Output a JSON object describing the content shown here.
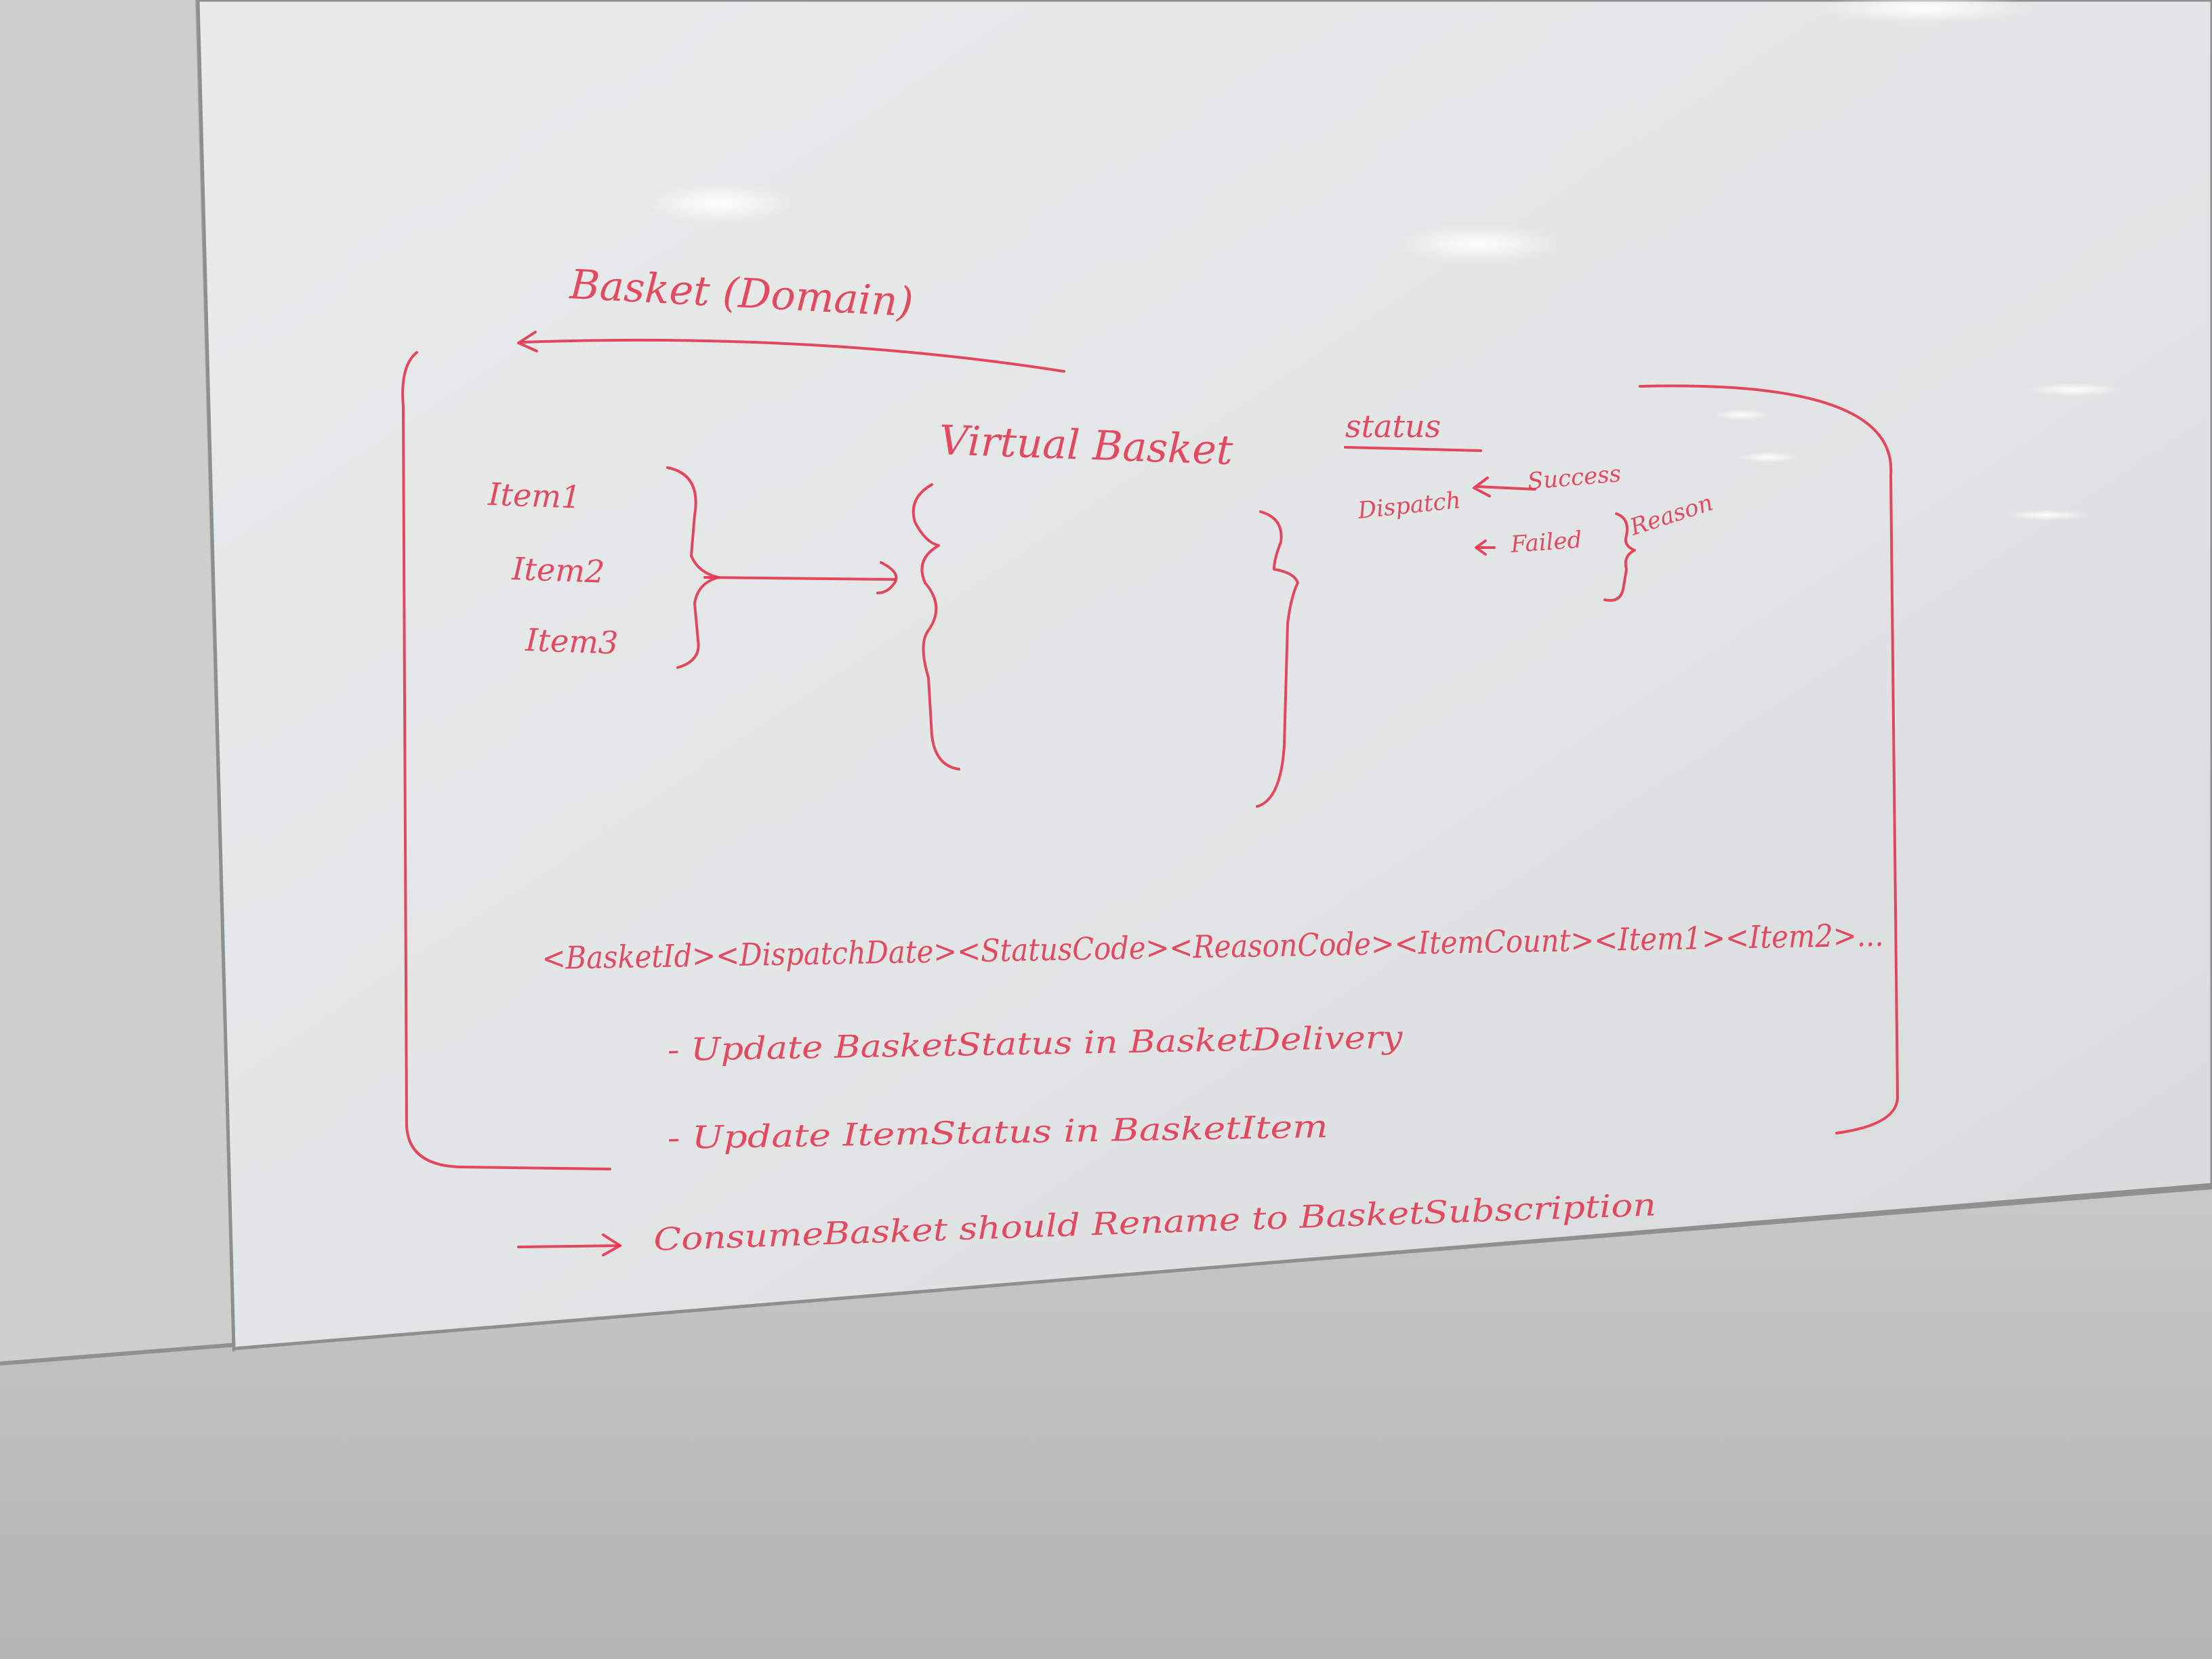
{
  "board": {
    "title": "Basket (Domain)",
    "virtual_basket_label": "Virtual Basket",
    "items": [
      "Item1",
      "Item2",
      "Item3"
    ],
    "status": {
      "heading": "status",
      "dispatch": "Dispatch",
      "success": "Success",
      "failed": "Failed",
      "reason": "Reason"
    },
    "message_format": "<BasketId><DispatchDate><StatusCode><ReasonCode><ItemCount><Item1><Item2>...",
    "notes": [
      "- Update BasketStatus in BasketDelivery",
      "- Update ItemStatus in BasketItem"
    ],
    "bottom_note": "ConsumeBasket should Rename to BasketSubscription"
  },
  "colors": {
    "marker": "#e2354f",
    "whiteboard": "#e6e8e8",
    "wall": "#c4c4c3",
    "frame": "#8e9090"
  }
}
